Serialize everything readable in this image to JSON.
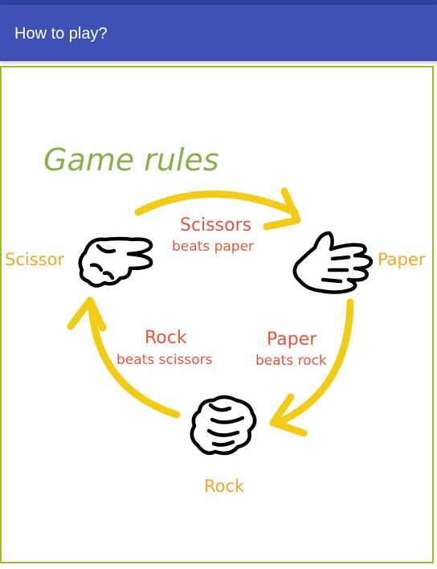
{
  "app_bar": {
    "title": "How to play?"
  },
  "rules": {
    "heading": "Game rules",
    "hands": {
      "scissor": "Scissor",
      "paper": "Paper",
      "rock": "Rock"
    },
    "relations": {
      "scissors_title": "Scissors",
      "scissors_detail": "beats paper",
      "paper_title": "Paper",
      "paper_detail": "beats rock",
      "rock_title": "Rock",
      "rock_detail": "beats scissors"
    }
  },
  "colors": {
    "app_bar": "#3f51b5",
    "status_bar": "#303f9f",
    "frame_border": "#9ebc2e",
    "heading": "#8bb04a",
    "hand_label": "#f5a623",
    "relation_text": "#e8553a",
    "arrow": "#f2cc14"
  },
  "icons": [
    "scissors-hand-icon",
    "paper-hand-icon",
    "rock-fist-icon"
  ]
}
